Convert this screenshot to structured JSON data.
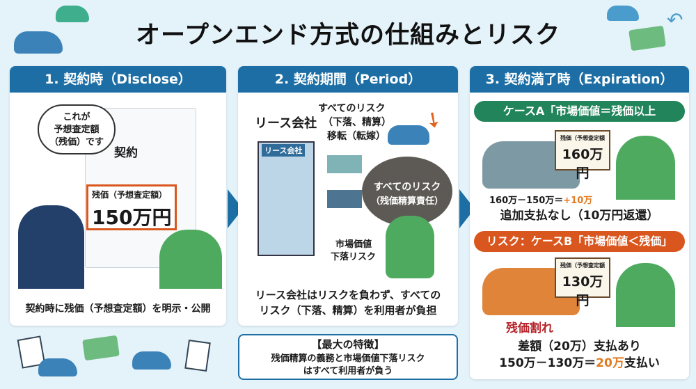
{
  "title": "オープンエンド方式の仕組みとリスク",
  "panel1": {
    "header": "1. 契約時（Disclose）",
    "bubble": [
      "これが",
      "予想査定額",
      "（残価）です"
    ],
    "doc_title": "契約",
    "box_label": "残価（予想査定額）",
    "box_value": "150万円",
    "caption": "契約時に残価（予想査定額）を明示・公開"
  },
  "panel2": {
    "header": "2. 契約期間（Period）",
    "company": "リース会社",
    "building_sign": "リース会社",
    "transfer": [
      "すべてのリスク",
      "（下落、精算）",
      "移転（転嫁）"
    ],
    "bag": [
      "すべてのリスク",
      "（残価精算責任）"
    ],
    "market": [
      "市場価値",
      "下落リスク"
    ],
    "caption": [
      "リース会社はリスクを負わず、すべての",
      "リスク（下落、精算）を利用者が負担"
    ]
  },
  "feature": {
    "title": "【最大の特徴】",
    "lines": [
      "残価精算の義務と市場価値下落リスク",
      "はすべて利用者が負う"
    ]
  },
  "panel3": {
    "header": "3. 契約満了時（Expiration）",
    "caseA": {
      "label": "ケースA「市場価値＝残価以上",
      "sign_label": "残価（予想査定額",
      "sign_value": "160万円",
      "calc": "160万－150万＝",
      "calc_hl": "+10万",
      "result": "追加支払なし（10万円返還）"
    },
    "caseB": {
      "label": "リスク：ケースB「市場価値＜残価」",
      "sign_label": "残価（予想査定額",
      "sign_value": "130万円",
      "warn": "残価割れ",
      "result": "差額（20万）支払あり",
      "calc": "150万－130万＝",
      "calc_hl": "20万",
      "calc_end": "支払い"
    }
  },
  "colors": {
    "header": "#1c6ea4",
    "green": "#22845a",
    "orange": "#d9561e",
    "highlight": "#e07b22",
    "red": "#b5242a"
  }
}
